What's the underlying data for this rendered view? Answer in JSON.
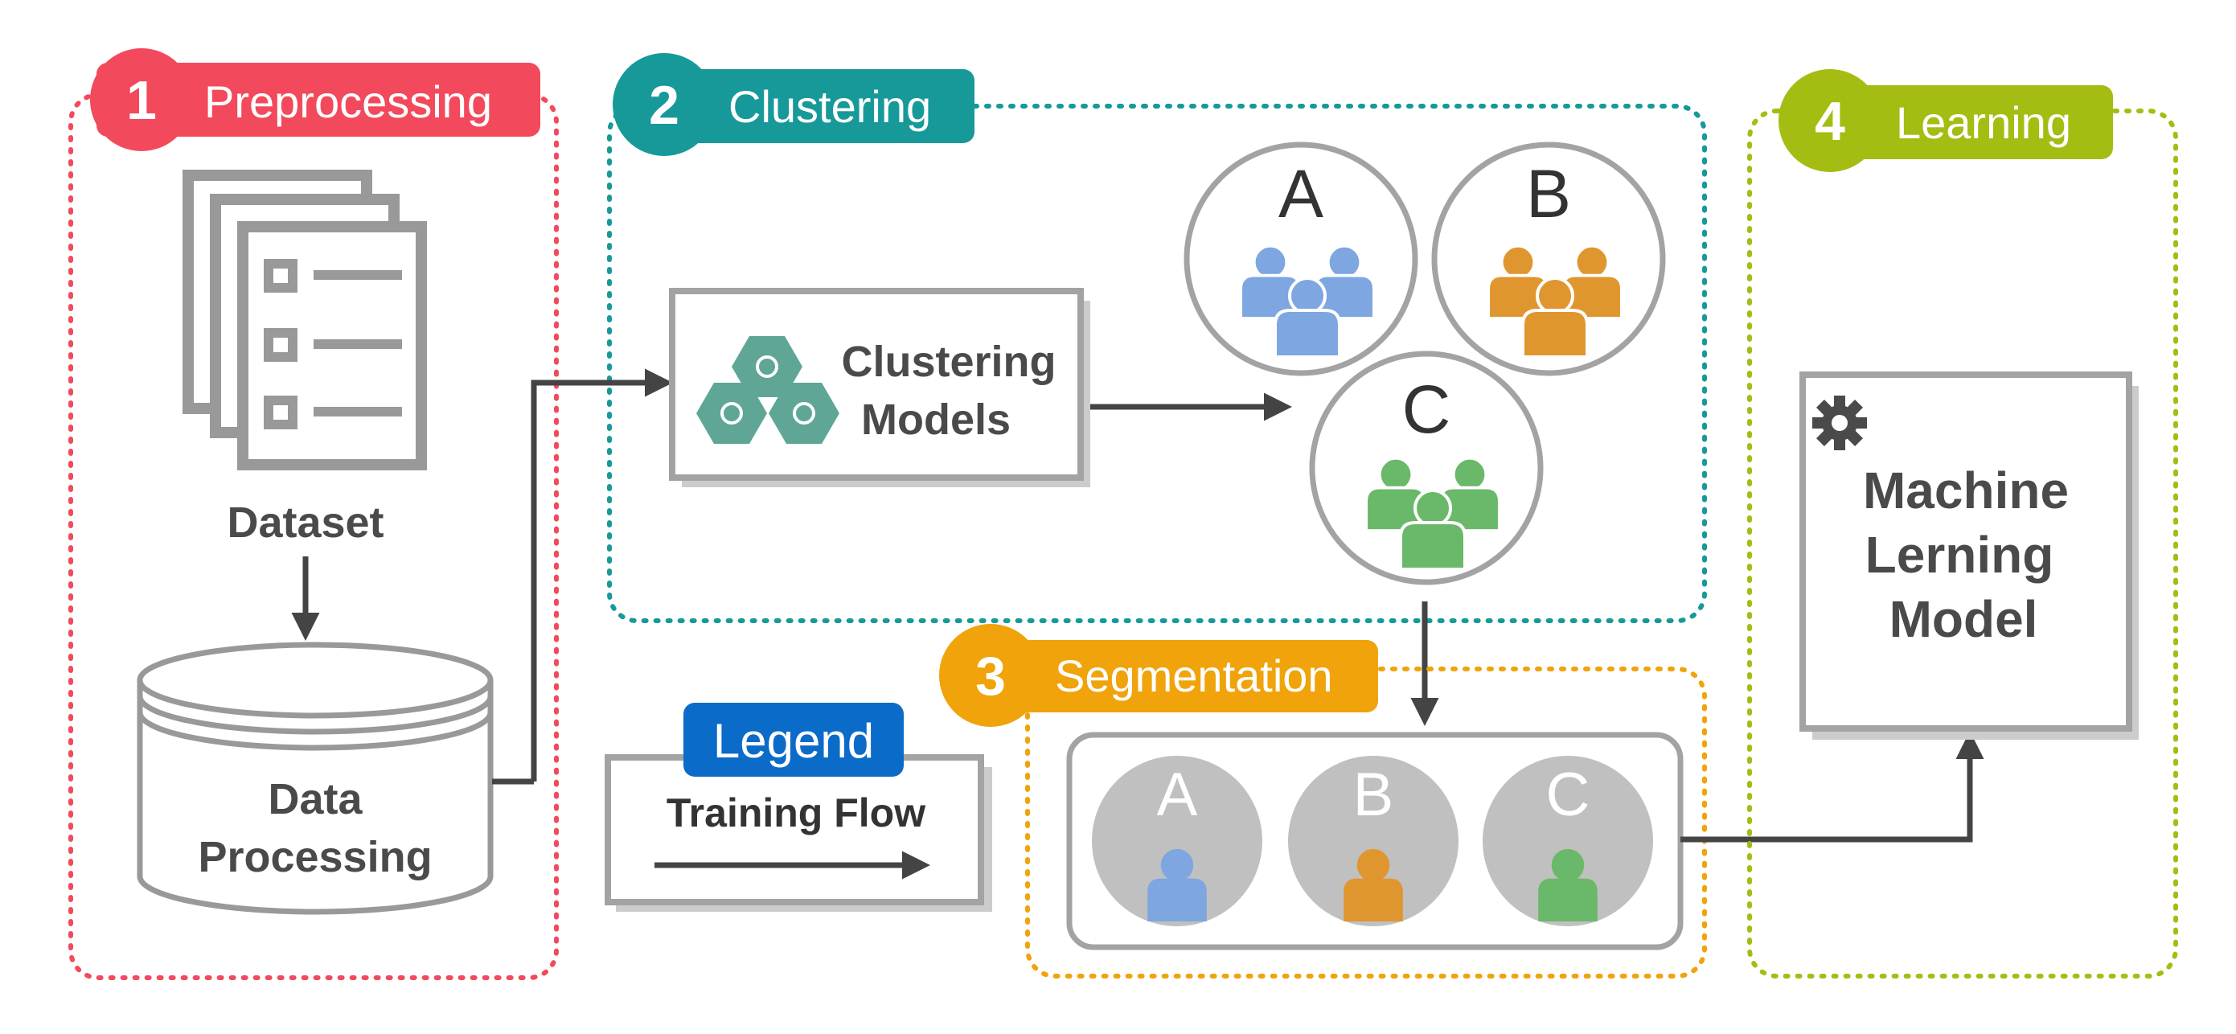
{
  "stages": [
    {
      "number": "1",
      "title": "Preprocessing",
      "color": "#f24a5c"
    },
    {
      "number": "2",
      "title": "Clustering",
      "color": "#17999a"
    },
    {
      "number": "3",
      "title": "Segmentation",
      "color": "#f0a30a"
    },
    {
      "number": "4",
      "title": "Learning",
      "color": "#a5bd13"
    }
  ],
  "preprocessing": {
    "dataset_label": "Dataset",
    "processing_line1": "Data",
    "processing_line2": "Processing"
  },
  "clustering": {
    "models_line1": "Clustering",
    "models_line2": "Models"
  },
  "clusters": [
    {
      "letter": "A",
      "color": "#7ea6e0"
    },
    {
      "letter": "B",
      "color": "#e0962f"
    },
    {
      "letter": "C",
      "color": "#6ab86a"
    }
  ],
  "segments": [
    {
      "letter": "A",
      "color": "#7ea6e0"
    },
    {
      "letter": "B",
      "color": "#e0962f"
    },
    {
      "letter": "C",
      "color": "#6ab86a"
    }
  ],
  "legend": {
    "title": "Legend",
    "item": "Training Flow",
    "color": "#0b6bc9"
  },
  "model": {
    "line1": "Machine",
    "line2": "Lerning",
    "line3": "Model"
  },
  "colors": {
    "line": "#444444",
    "frame": "#a3a3a3",
    "text": "#4a4a4a",
    "hex": "#5fa697"
  }
}
